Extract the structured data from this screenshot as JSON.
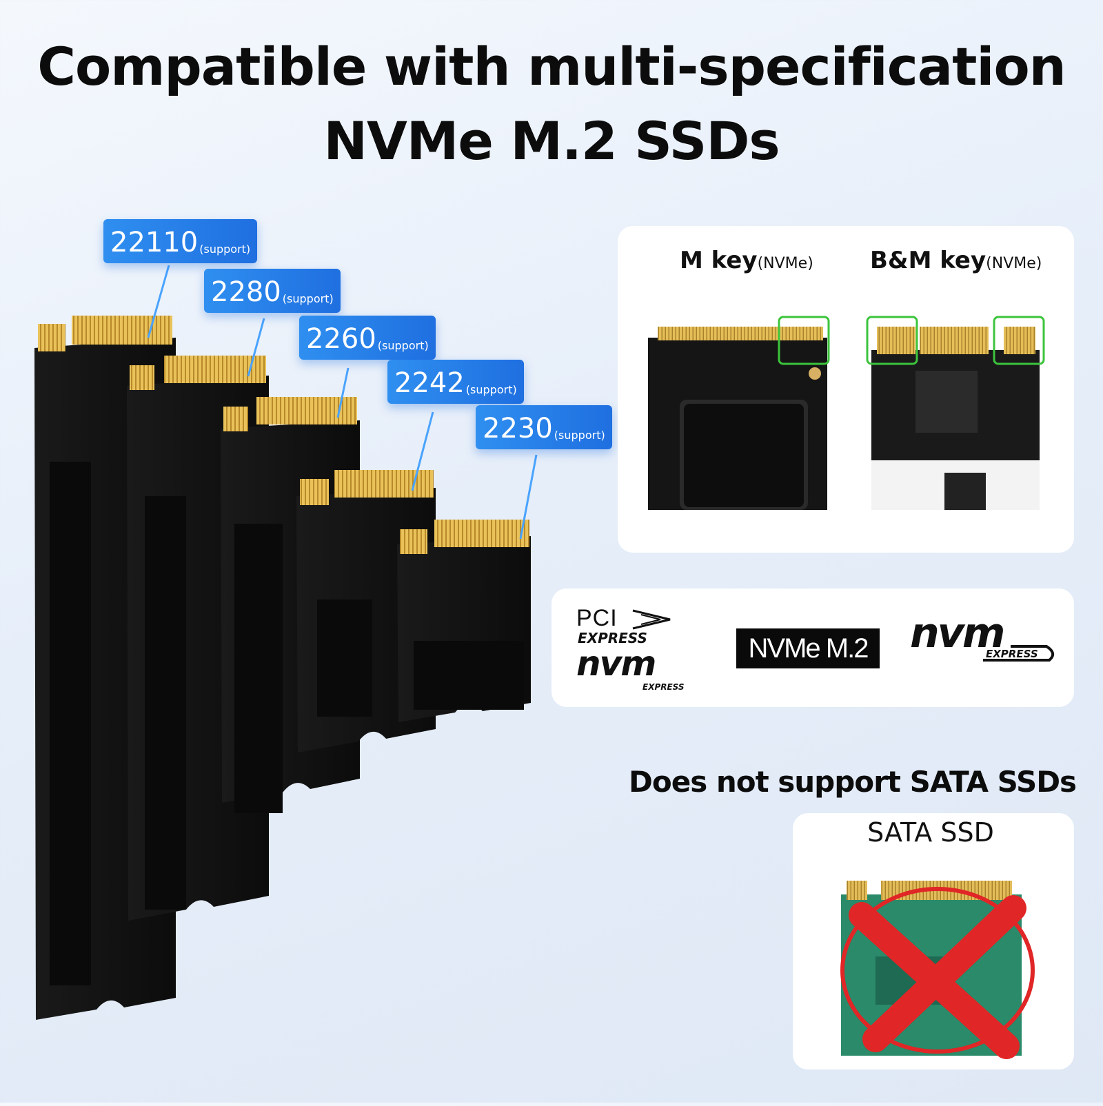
{
  "title": {
    "line1": "Compatible with multi-specification",
    "line2": "NVMe M.2 SSDs"
  },
  "sizes": [
    {
      "num": "22110",
      "suffix": "(support)"
    },
    {
      "num": "2280",
      "suffix": "(support)"
    },
    {
      "num": "2260",
      "suffix": "(support)"
    },
    {
      "num": "2242",
      "suffix": "(support)"
    },
    {
      "num": "2230",
      "suffix": "(support)"
    }
  ],
  "keys": {
    "m_key": {
      "label": "M key",
      "sub": "(NVMe)"
    },
    "bm_key": {
      "label": "B&M key",
      "sub": "(NVMe)"
    }
  },
  "logos": {
    "pci": "PCI",
    "express": "EXPRESS",
    "nvm": "nvm",
    "nvm_express": "EXPRESS",
    "nvme_m2": "NVMe M.2"
  },
  "warning": "Does not support SATA SSDs",
  "sata_label": "SATA SSD",
  "colors": {
    "badge_blue": "#1f6fe0",
    "ssd_black": "#111111",
    "gold": "#e2b542",
    "highlight_green": "#3cc43c",
    "reject_red": "#e02626",
    "sata_pcb": "#2a8a6a"
  }
}
